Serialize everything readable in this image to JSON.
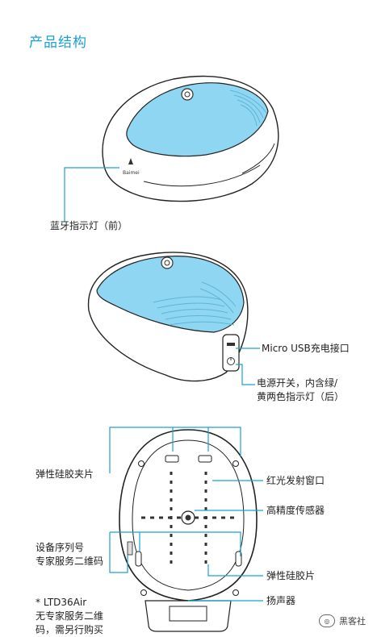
{
  "section_title": "产品结构",
  "labels": {
    "bluetooth_indicator": "蓝牙指示灯（前）",
    "micro_usb": "Micro USB充电接口",
    "power_switch": "电源开关，内含绿/\n黄两色指示灯（后）",
    "elastic_clip": "弹性硅胶夹片",
    "red_light_window": "红光发射窗口",
    "precision_sensor": "高精度传感器",
    "serial_qr": "设备序列号\n专家服务二维码",
    "elastic_pad": "弹性硅胶片",
    "speaker": "扬声器",
    "footnote": "* LTD36Air\n无专家服务二维\n码，需另行购买"
  },
  "product_brand": "Baimei",
  "watermark": {
    "text": "黑客社",
    "icon": "wechat-channel-icon"
  },
  "colors": {
    "accent": "#1aa0d6",
    "shell_blue": "#8ed6f2"
  }
}
